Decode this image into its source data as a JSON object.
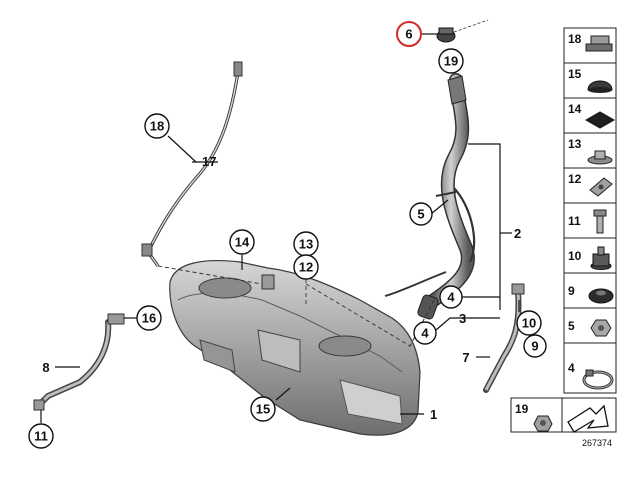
{
  "diagram": {
    "callouts": {
      "c18": "18",
      "c17": "17",
      "c14": "14",
      "c13": "13",
      "c12": "12",
      "c16": "16",
      "c8": "8",
      "c11": "11",
      "c15": "15",
      "c1": "1",
      "c6": "6",
      "c19": "19",
      "c5": "5",
      "c2": "2",
      "c4a": "4",
      "c4b": "4",
      "c3": "3",
      "c7": "7",
      "c10": "10",
      "c9": "9"
    },
    "highlight_color": "#d22b2b",
    "catalog_number": "267374"
  },
  "sidebar": {
    "items": [
      {
        "label": "18",
        "icon": "clip-icon"
      },
      {
        "label": "15",
        "icon": "rubber-cap-icon"
      },
      {
        "label": "14",
        "icon": "pad-icon"
      },
      {
        "label": "13",
        "icon": "flange-nut-icon"
      },
      {
        "label": "12",
        "icon": "speed-nut-icon"
      },
      {
        "label": "11",
        "icon": "bolt-icon"
      },
      {
        "label": "10",
        "icon": "rubber-buffer-icon"
      },
      {
        "label": "9",
        "icon": "grommet-icon"
      },
      {
        "label": "5",
        "icon": "hex-nut-icon"
      },
      {
        "label": "4",
        "icon": "hose-clamp-icon"
      }
    ],
    "bottom": {
      "label": "19",
      "icon": "collar-nut-icon",
      "arrow": "arrow-icon"
    }
  }
}
